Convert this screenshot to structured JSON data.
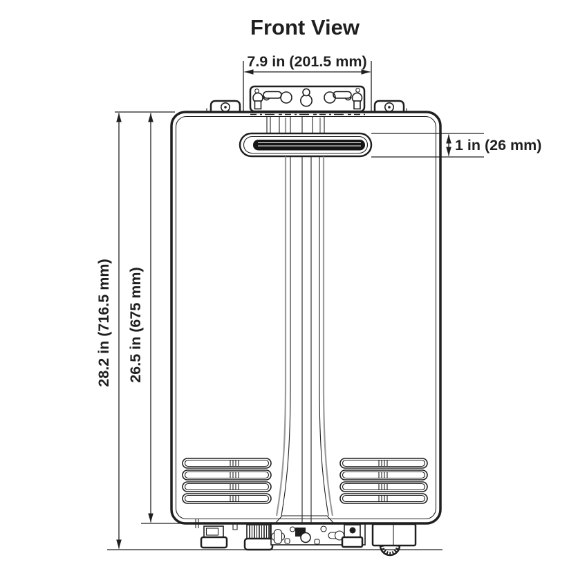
{
  "title": "Front View",
  "view": "front",
  "dimensions": {
    "bracket_width": {
      "label": "7.9 in (201.5 mm)",
      "measures": "wall-mount bracket width"
    },
    "vent_height": {
      "label": "1 in (26 mm)",
      "measures": "exhaust vent slot height"
    },
    "overall_height": {
      "label": "28.2 in (716.5 mm)",
      "measures": "overall height including bottom fittings"
    },
    "cabinet_height": {
      "label": "26.5 in (675 mm)",
      "measures": "cabinet body height"
    }
  },
  "colors": {
    "line": "#1f1f1f",
    "secondary_line": "#9b9b9b",
    "background": "#ffffff"
  }
}
